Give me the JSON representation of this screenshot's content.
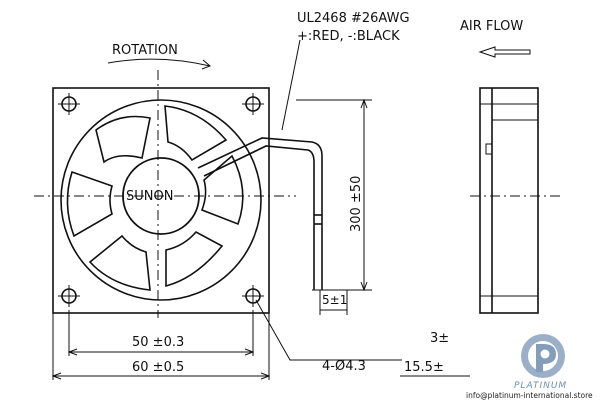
{
  "labels": {
    "rotation": "ROTATION",
    "wire_spec": "UL2468 #26AWG",
    "wire_colors": "+:RED, -:BLACK",
    "air_flow": "AIR FLOW",
    "brand": "SUNON",
    "dim_cable_length": "300 ±50",
    "dim_strip": "5±1",
    "dim_hole_spacing": "50 ±0.3",
    "dim_frame": "60 ±0.5",
    "dim_holes": "4-Ø4.3",
    "dim_depth_partial": "3±",
    "dim_thickness": "15.5±"
  },
  "watermark": {
    "name": "PLATINUM",
    "url": "info@platinum-international.store",
    "color": "#8aa3bf"
  }
}
